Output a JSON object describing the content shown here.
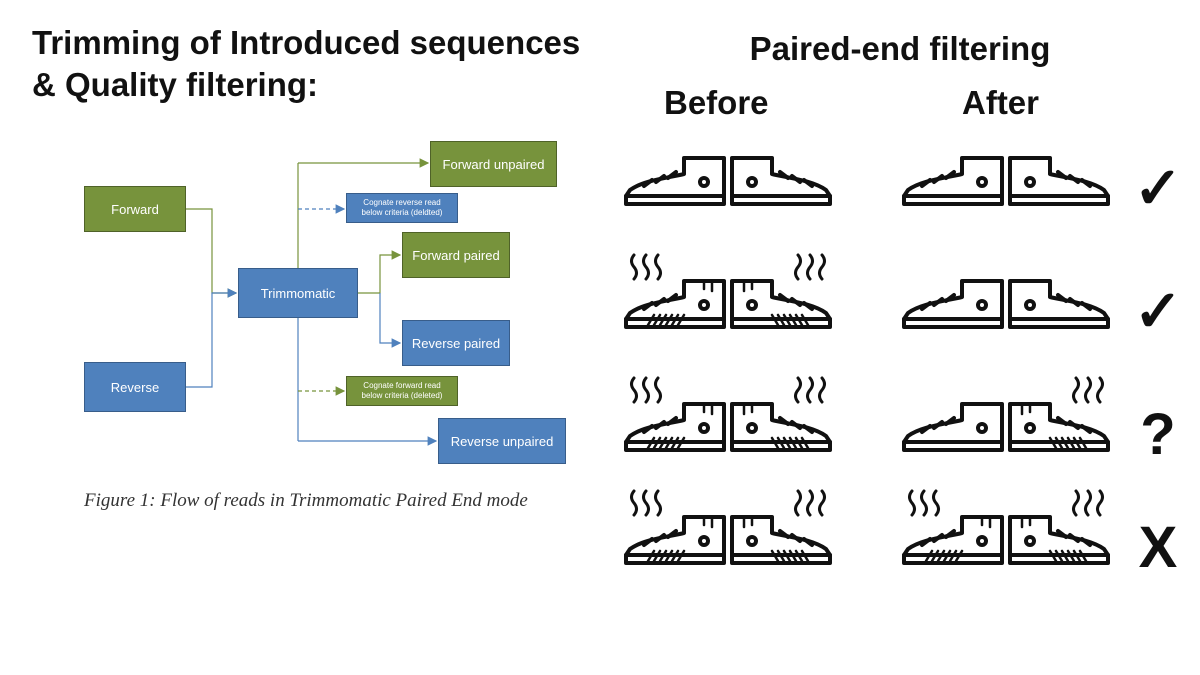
{
  "left_title": {
    "line1": "Trimming of Introduced sequences",
    "line2": "& Quality filtering:"
  },
  "right_title": "Paired-end filtering",
  "columns": {
    "before": "Before",
    "after": "After"
  },
  "flow": {
    "forward": "Forward",
    "reverse": "Reverse",
    "trimmomatic": "Trimmomatic",
    "forward_unpaired": "Forward unpaired",
    "forward_paired": "Forward paired",
    "reverse_paired": "Reverse paired",
    "reverse_unpaired": "Reverse unpaired",
    "cognate_reverse_line1": "Cognate reverse read",
    "cognate_reverse_line2": "below criteria (deldted)",
    "cognate_forward_line1": "Cognate forward read",
    "cognate_forward_line2": "below criteria (deleted)",
    "caption": "Figure 1: Flow of reads in Trimmomatic Paired End mode",
    "colors": {
      "green": "#77933c",
      "blue": "#4f81bd"
    }
  },
  "rows": [
    {
      "before": [
        "clean",
        "clean"
      ],
      "after": [
        "clean",
        "clean"
      ],
      "result_icon": "check-icon",
      "result": "✓"
    },
    {
      "before": [
        "dirty",
        "dirty"
      ],
      "after": [
        "clean",
        "clean"
      ],
      "result_icon": "check-icon",
      "result": "✓"
    },
    {
      "before": [
        "dirty",
        "dirty"
      ],
      "after": [
        "clean",
        "dirty"
      ],
      "result_icon": "question-icon",
      "result": "?"
    },
    {
      "before": [
        "dirty",
        "dirty"
      ],
      "after": [
        "dirty",
        "dirty"
      ],
      "result_icon": "x-icon",
      "result": "X"
    }
  ]
}
